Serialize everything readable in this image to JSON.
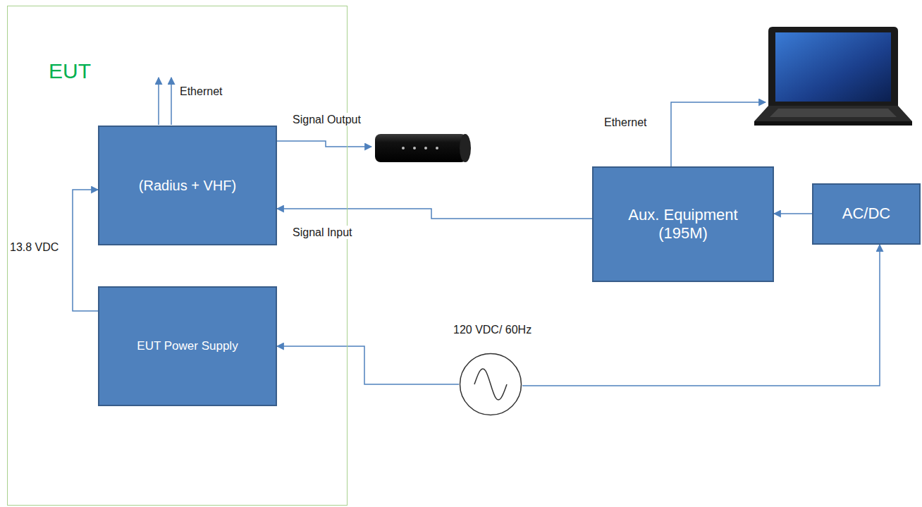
{
  "diagram": {
    "nodes": [
      {
        "text": [
          "EUT"
        ]
      },
      {
        "text": [
          "(Radius + VHF)"
        ],
        "in": 0
      },
      {
        "text": [
          "EUT Power Supply"
        ],
        "in": 0
      },
      {
        "text": [
          "Aux. Equipment (195M)"
        ]
      },
      {
        "text": [
          "AC/DC"
        ]
      },
      {
        "text": [
          "120 VDC/ 60Hz"
        ]
      }
    ],
    "edges": [
      {
        "from": 2,
        "to": 1,
        "arrow": "to",
        "label": "13.8 VDC"
      },
      {
        "from": 3,
        "to": 1,
        "arrow": "to",
        "label": "Signal Input"
      },
      {
        "from": 4,
        "to": 3,
        "arrow": "to"
      },
      {
        "from": 5,
        "to": 2,
        "arrow": "to"
      },
      {
        "from": 5,
        "to": 4,
        "arrow": "to"
      }
    ],
    "labels": [
      "Ethernet",
      "Signal Output",
      "Ethernet"
    ]
  }
}
